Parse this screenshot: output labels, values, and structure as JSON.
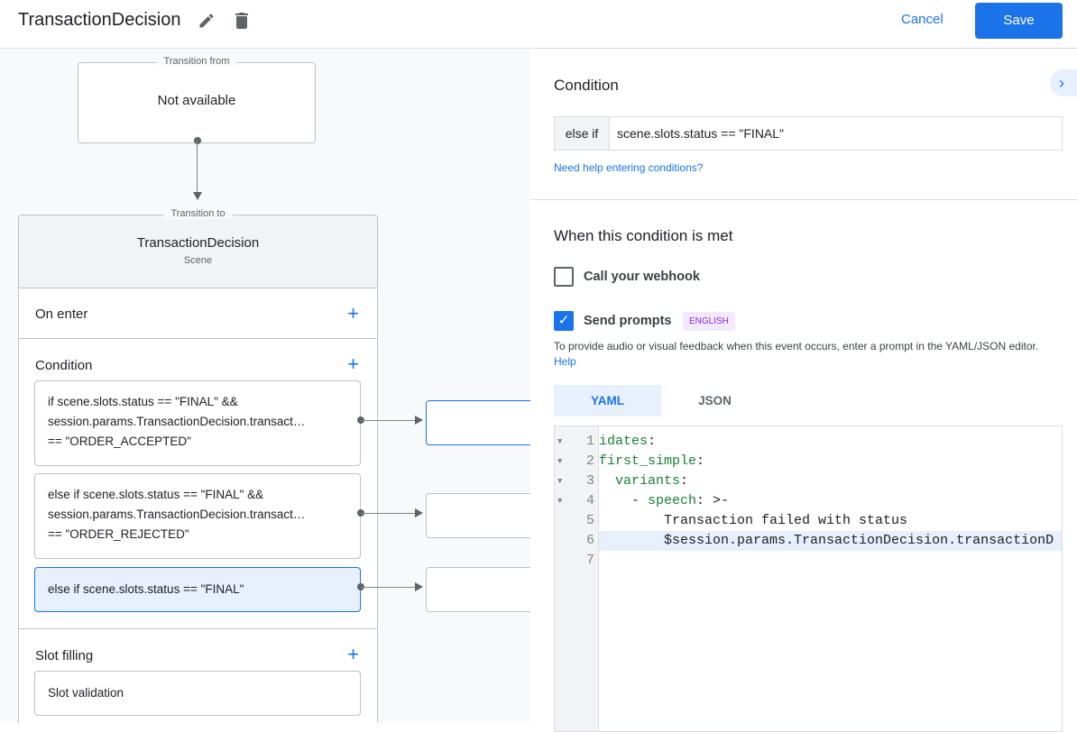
{
  "header": {
    "title": "TransactionDecision",
    "edit_icon": "pencil-icon",
    "delete_icon": "trash-icon",
    "cancel_label": "Cancel",
    "save_label": "Save"
  },
  "canvas": {
    "transition_from": {
      "legend": "Transition from",
      "value": "Not available"
    },
    "transition_to": {
      "legend": "Transition to",
      "scene_name": "TransactionDecision",
      "scene_type": "Scene"
    },
    "on_enter": "On enter",
    "condition": "Condition",
    "conditions": [
      {
        "lines": [
          "if scene.slots.status == \"FINAL\" &&",
          "session.params.TransactionDecision.transact…",
          "== \"ORDER_ACCEPTED\""
        ]
      },
      {
        "lines": [
          "else if scene.slots.status == \"FINAL\" &&",
          "session.params.TransactionDecision.transact…",
          "== \"ORDER_REJECTED\""
        ]
      },
      {
        "lines": [
          "else if scene.slots.status == \"FINAL\""
        ]
      }
    ],
    "slot_filling": "Slot filling",
    "slot_validation": "Slot validation"
  },
  "panel": {
    "condition_heading": "Condition",
    "else_if_label": "else if",
    "condition_value": "scene.slots.status == \"FINAL\"",
    "help_link": "Need help entering conditions?",
    "when_met": "When this condition is met",
    "webhook_label": "Call your webhook",
    "webhook_checked": false,
    "prompts_label": "Send prompts",
    "prompts_checked": true,
    "language_badge": "ENGLISH",
    "prompt_desc": "To provide audio or visual feedback when this event occurs, enter a prompt in the YAML/JSON editor.",
    "help": "Help",
    "tabs": [
      {
        "label": "YAML",
        "active": true
      },
      {
        "label": "JSON",
        "active": false
      }
    ],
    "code_lines": [
      {
        "n": "1",
        "key": "idates",
        "rest": ":"
      },
      {
        "n": "2",
        "key": "first_simple",
        "rest": ":"
      },
      {
        "n": "3",
        "indent": "  ",
        "key": "variants",
        "rest": ":"
      },
      {
        "n": "4",
        "indent": "    - ",
        "key": "speech",
        "rest": ": >-"
      },
      {
        "n": "5",
        "indent": "        ",
        "key": "",
        "rest": "Transaction failed with status"
      },
      {
        "n": "6",
        "indent": "        ",
        "key": "",
        "rest": "$session.params.TransactionDecision.transactionD"
      },
      {
        "n": "7",
        "indent": "",
        "key": "",
        "rest": ""
      }
    ]
  },
  "colors": {
    "accent": "#1a73e8",
    "code_key": "#188038",
    "selected_bg": "#e8f0fe",
    "badge_bg": "#f3e8fd",
    "badge_fg": "#8430ce"
  }
}
